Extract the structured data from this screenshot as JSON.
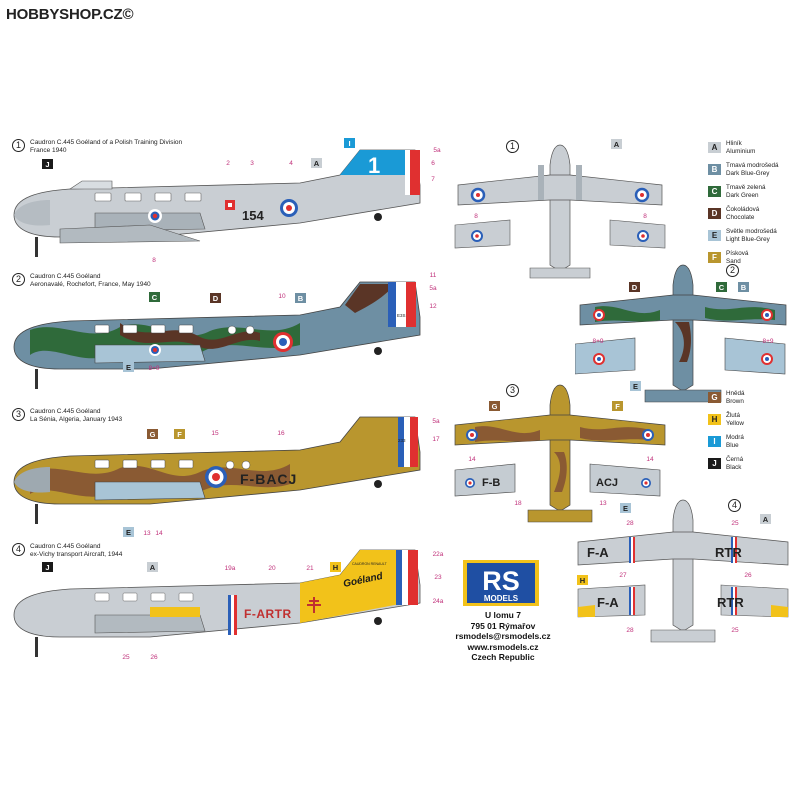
{
  "watermark": "HOBBYSHOP.CZ©",
  "profiles": [
    {
      "num": "1",
      "title": "Caudron C.445 Goéland of a Polish Training Division",
      "subtitle": "France 1940",
      "reg": "154",
      "tail": "1"
    },
    {
      "num": "2",
      "title": "Caudron C.445 Goéland",
      "subtitle": "Aeronavalé, Rochefort, France, May 1940",
      "tail_code": "E3S"
    },
    {
      "num": "3",
      "title": "Caudron C.445 Goéland",
      "subtitle": "La Sénia, Algeria, January 1943",
      "reg": "F-BACJ",
      "tail_code": "233"
    },
    {
      "num": "4",
      "title": "Caudron C.445 Goéland",
      "subtitle": "ex-Vichy transport Aircraft, 1944",
      "reg": "F-ARTR",
      "name": "Goéland",
      "tail_text": "CAUDRON RENAULT"
    }
  ],
  "plans": [
    {
      "num": "1"
    },
    {
      "num": "2"
    },
    {
      "num": "3",
      "wing_l": "F-B",
      "wing_r": "ACJ"
    },
    {
      "num": "4",
      "wing_l": "F-A",
      "wing_r": "RTR"
    }
  ],
  "callouts": {
    "p1": [
      "J",
      "A",
      "I",
      "2",
      "3",
      "4",
      "5a",
      "6",
      "7",
      "8"
    ],
    "p2": [
      "C",
      "D",
      "B",
      "10",
      "11",
      "5a",
      "12",
      "E",
      "8+9"
    ],
    "p3": [
      "G",
      "F",
      "15",
      "16",
      "5a",
      "17",
      "E",
      "13",
      "14"
    ],
    "p4": [
      "J",
      "A",
      "19a",
      "20",
      "21",
      "H",
      "22a",
      "23",
      "24a",
      "25",
      "26"
    ],
    "v1": [
      "A",
      "8",
      "8"
    ],
    "v2": [
      "D",
      "C",
      "B",
      "8+9",
      "8+9",
      "E"
    ],
    "v3": [
      "G",
      "F",
      "14",
      "14",
      "E",
      "18",
      "13"
    ],
    "v4": [
      "A",
      "28",
      "25",
      "27",
      "26",
      "H",
      "28",
      "25"
    ]
  },
  "legend": [
    {
      "code": "A",
      "cz": "Hliník",
      "en": "Aluminium",
      "color": "#c8ced3",
      "fg": "#222"
    },
    {
      "code": "B",
      "cz": "Tmavá modrošedá",
      "en": "Dark Blue-Grey",
      "color": "#6e8fa3",
      "fg": "#fff"
    },
    {
      "code": "C",
      "cz": "Tmavě zelená",
      "en": "Dark Green",
      "color": "#2f6a3a",
      "fg": "#fff"
    },
    {
      "code": "D",
      "cz": "Čokoládová",
      "en": "Chocolate",
      "color": "#5a3526",
      "fg": "#fff"
    },
    {
      "code": "E",
      "cz": "Světle modrošedá",
      "en": "Light Blue-Grey",
      "color": "#a8c4d6",
      "fg": "#222"
    },
    {
      "code": "F",
      "cz": "Písková",
      "en": "Sand",
      "color": "#b9962e",
      "fg": "#fff"
    },
    {
      "code": "G",
      "cz": "Hnědá",
      "en": "Brown",
      "color": "#8a5a33",
      "fg": "#fff"
    },
    {
      "code": "H",
      "cz": "Žlutá",
      "en": "Yellow",
      "color": "#f2c21a",
      "fg": "#222"
    },
    {
      "code": "I",
      "cz": "Modrá",
      "en": "Blue",
      "color": "#1a9ad6",
      "fg": "#fff"
    },
    {
      "code": "J",
      "cz": "Černá",
      "en": "Black",
      "color": "#1a1a1a",
      "fg": "#fff"
    }
  ],
  "logo": {
    "big": "RS",
    "small": "MODELS"
  },
  "address": [
    "U lomu 7",
    "795 01 Rýmařov",
    "rsmodels@rsmodels.cz",
    "www.rsmodels.cz",
    "Czech Republic"
  ],
  "colors": {
    "red": "#e03030",
    "blue": "#2a5fb8",
    "pink": "#c0307a",
    "yellow": "#f2c21a"
  }
}
